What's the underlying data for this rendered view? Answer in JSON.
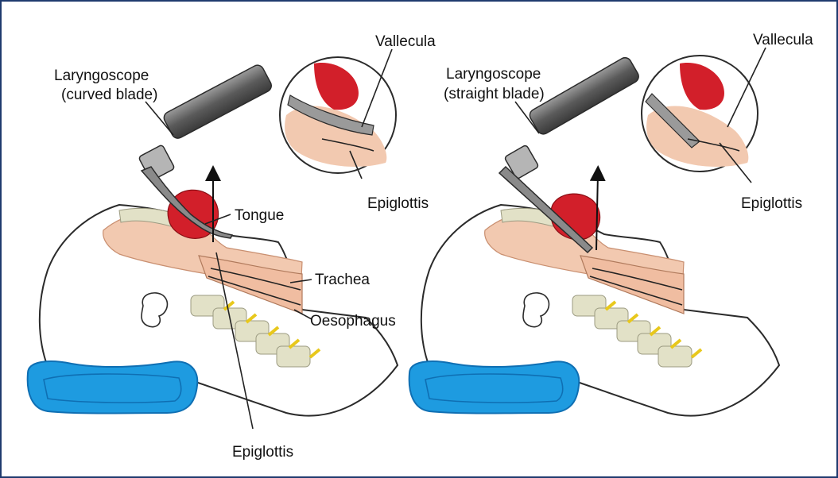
{
  "colors": {
    "frame": "#1f3a6e",
    "tongue": "#d21f2a",
    "tissue": "#f2c9b0",
    "tissue_dark": "#e4ab8f",
    "bone": "#e2e1c7",
    "disc": "#e8c81c",
    "pillow": "#1e9be0",
    "pillow_dark": "#0f6fb3",
    "scope": "#6a6a6a",
    "outline": "#2b2b2b"
  },
  "left_panel": {
    "laryngoscope_line1": "Laryngoscope",
    "laryngoscope_line2": "(curved blade)",
    "vallecula": "Vallecula",
    "epiglottis_inset": "Epiglottis",
    "tongue": "Tongue",
    "trachea": "Trachea",
    "oesophagus": "Oesophagus",
    "epiglottis_bottom": "Epiglottis"
  },
  "right_panel": {
    "laryngoscope_line1": "Laryngoscope",
    "laryngoscope_line2": "(straight blade)",
    "vallecula": "Vallecula",
    "epiglottis_inset": "Epiglottis"
  }
}
